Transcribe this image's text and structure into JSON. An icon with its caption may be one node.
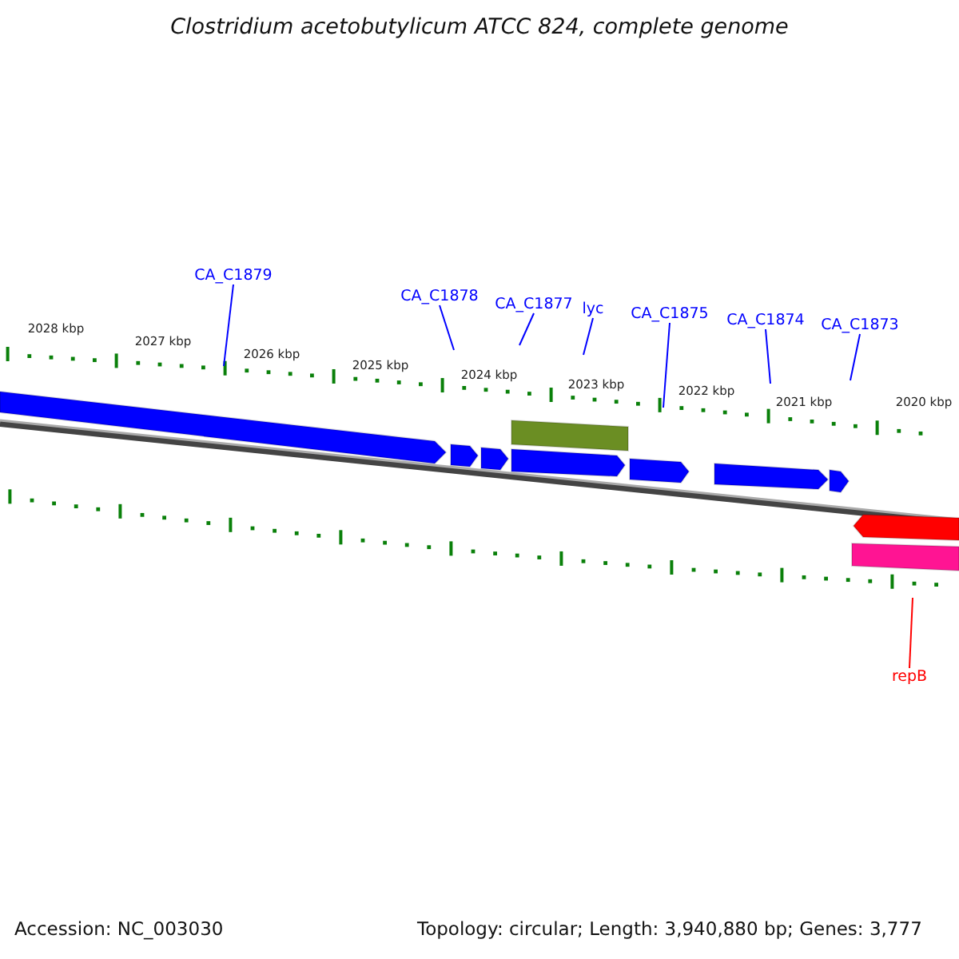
{
  "diagram": {
    "title": "Clostridium acetobutylicum ATCC 824, complete genome",
    "nodes": [
      {
        "text": [
          "CA_C1879"
        ]
      },
      {
        "text": [
          "CA_C1878"
        ]
      },
      {
        "text": [
          "CA_C1877"
        ]
      },
      {
        "text": [
          "lyc"
        ]
      },
      {
        "text": [
          "CA_C1875"
        ]
      },
      {
        "text": [
          "CA_C1874"
        ]
      },
      {
        "text": [
          "CA_C1873"
        ]
      },
      {
        "text": [
          "repB"
        ]
      }
    ],
    "edges": [
      {
        "from": 0,
        "to": null,
        "arrow": "none"
      },
      {
        "from": 1,
        "to": null,
        "arrow": "none"
      },
      {
        "from": 2,
        "to": null,
        "arrow": "none"
      },
      {
        "from": 3,
        "to": null,
        "arrow": "none"
      },
      {
        "from": 4,
        "to": null,
        "arrow": "none"
      },
      {
        "from": 5,
        "to": null,
        "arrow": "none"
      },
      {
        "from": 6,
        "to": null,
        "arrow": "none"
      },
      {
        "from": 7,
        "to": null,
        "arrow": "none",
        "color": "#ff0000"
      }
    ],
    "labels": [
      "2028 kbp",
      "2027 kbp",
      "2026 kbp",
      "2025 kbp",
      "2024 kbp",
      "2023 kbp",
      "2022 kbp",
      "2021 kbp",
      "2020 kbp",
      "Accession: NC_003030",
      "Topology: circular; Length: 3,940,880 bp; Genes: 3,777"
    ]
  }
}
